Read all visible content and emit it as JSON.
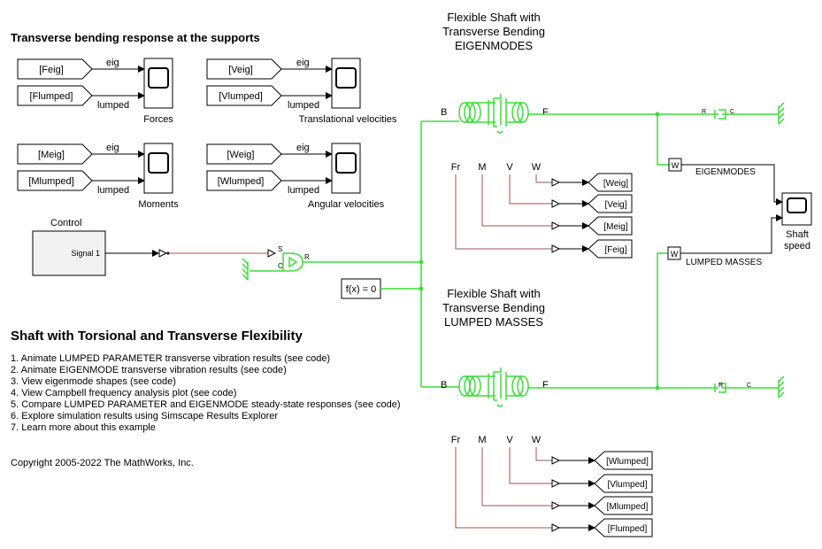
{
  "sections": {
    "bending_title": "Transverse bending response at the supports",
    "eig_title": [
      "Flexible Shaft with",
      "Transverse Bending",
      "EIGENMODES"
    ],
    "lumped_title": [
      "Flexible Shaft with",
      "Transverse Bending",
      "LUMPED MASSES"
    ],
    "torsional_title": "Shaft with Torsional and Transverse Flexibility",
    "control_label": "Control",
    "copyright": "Copyright 2005-2022 The MathWorks, Inc."
  },
  "links": [
    "1. Animate LUMPED PARAMETER transverse vibration results (see code)",
    "2. Animate EIGENMODE transverse vibration results (see code)",
    "3. View eigenmode shapes (see code)",
    "4. View Campbell frequency analysis plot (see code)",
    "5. Compare LUMPED PARAMETER and EIGENMODE steady-state responses (see code)",
    "6. Explore simulation results using Simscape Results Explorer",
    "7. Learn more about this example"
  ],
  "scopes": [
    {
      "caption": "Forces",
      "tag_top": "[Feig]",
      "tag_bottom": "[Flumped]",
      "line_top": "eig",
      "line_bottom": "lumped"
    },
    {
      "caption": "Translational velocities",
      "tag_top": "[Veig]",
      "tag_bottom": "[Vlumped]",
      "line_top": "eig",
      "line_bottom": "lumped"
    },
    {
      "caption": "Moments",
      "tag_top": "[Meig]",
      "tag_bottom": "[Mlumped]",
      "line_top": "eig",
      "line_bottom": "lumped"
    },
    {
      "caption": "Angular velocities",
      "tag_top": "[Weig]",
      "tag_bottom": "[Wlumped]",
      "line_top": "eig",
      "line_bottom": "lumped"
    }
  ],
  "signal_block": {
    "port_label": "Signal 1"
  },
  "source_block": {
    "port_s": "S",
    "port_c": "C",
    "port_r": "R"
  },
  "solver_block": {
    "label": "f(x) = 0"
  },
  "shaft_ports": {
    "base": "B",
    "follower": "F"
  },
  "measure_ports": [
    "Fr",
    "M",
    "V",
    "W"
  ],
  "goto_eig": [
    "[Weig]",
    "[Veig]",
    "[Meig]",
    "[Feig]"
  ],
  "goto_lumped": [
    "[Wlumped]",
    "[Vlumped]",
    "[Mlumped]",
    "[Flumped]"
  ],
  "sensor_block": {
    "label": "W"
  },
  "signal_labels": {
    "eig_modes": "EIGENMODES",
    "lumped_masses": "LUMPED MASSES"
  },
  "speed_scope": {
    "caption": [
      "Shaft",
      "speed"
    ]
  },
  "damper_ports": {
    "r": "R",
    "c": "C"
  },
  "colors": {
    "physical": "#3ddc3d",
    "signal": "#000000",
    "signal_muted": "#a05050",
    "block_fill": "#ffffff"
  }
}
